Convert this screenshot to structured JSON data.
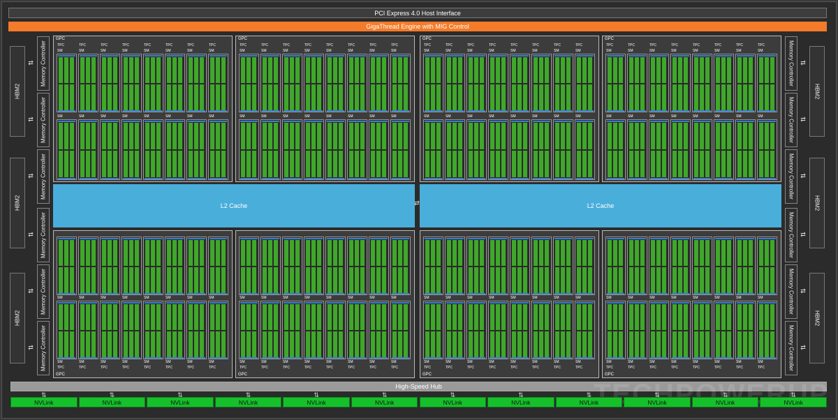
{
  "pcie_label": "PCI Express 4.0 Host Interface",
  "gigathread_label": "GigaThread Engine with MIG Control",
  "hbm_label": "HBM2",
  "memory_controller_label": "Memory Controller",
  "gpc_label": "GPC",
  "tpc_label": "TPC",
  "sm_label": "SM",
  "l2_cache_label": "L2 Cache",
  "hub_label": "High-Speed Hub",
  "nvlink_label": "NVLink",
  "nvlink_count": 12,
  "watermark": "TECHPOWERUP",
  "colors": {
    "gigathread": "#f47b29",
    "l2": "#4aaedb",
    "nvlink": "#16c02a",
    "core": "#3fa82a"
  }
}
